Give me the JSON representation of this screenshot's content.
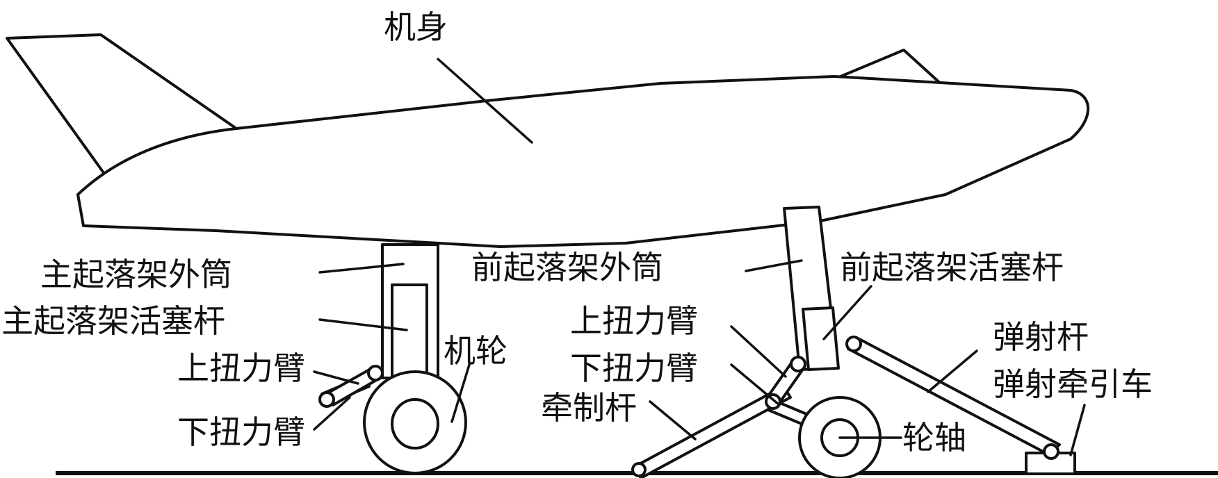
{
  "labels": {
    "fuselage": "机身",
    "main_gear_outer_cylinder": "主起落架外筒",
    "main_gear_piston_rod": "主起落架活塞杆",
    "main_upper_torque_arm": "上扭力臂",
    "main_lower_torque_arm": "下扭力臂",
    "wheel": "机轮",
    "nose_gear_outer_cylinder": "前起落架外筒",
    "nose_gear_piston_rod": "前起落架活塞杆",
    "nose_upper_torque_arm": "上扭力臂",
    "nose_lower_torque_arm": "下扭力臂",
    "holdback_bar": "牵制杆",
    "launch_bar": "弹射杆",
    "catapult_shuttle": "弹射牵引车",
    "axle": "轮轴"
  }
}
